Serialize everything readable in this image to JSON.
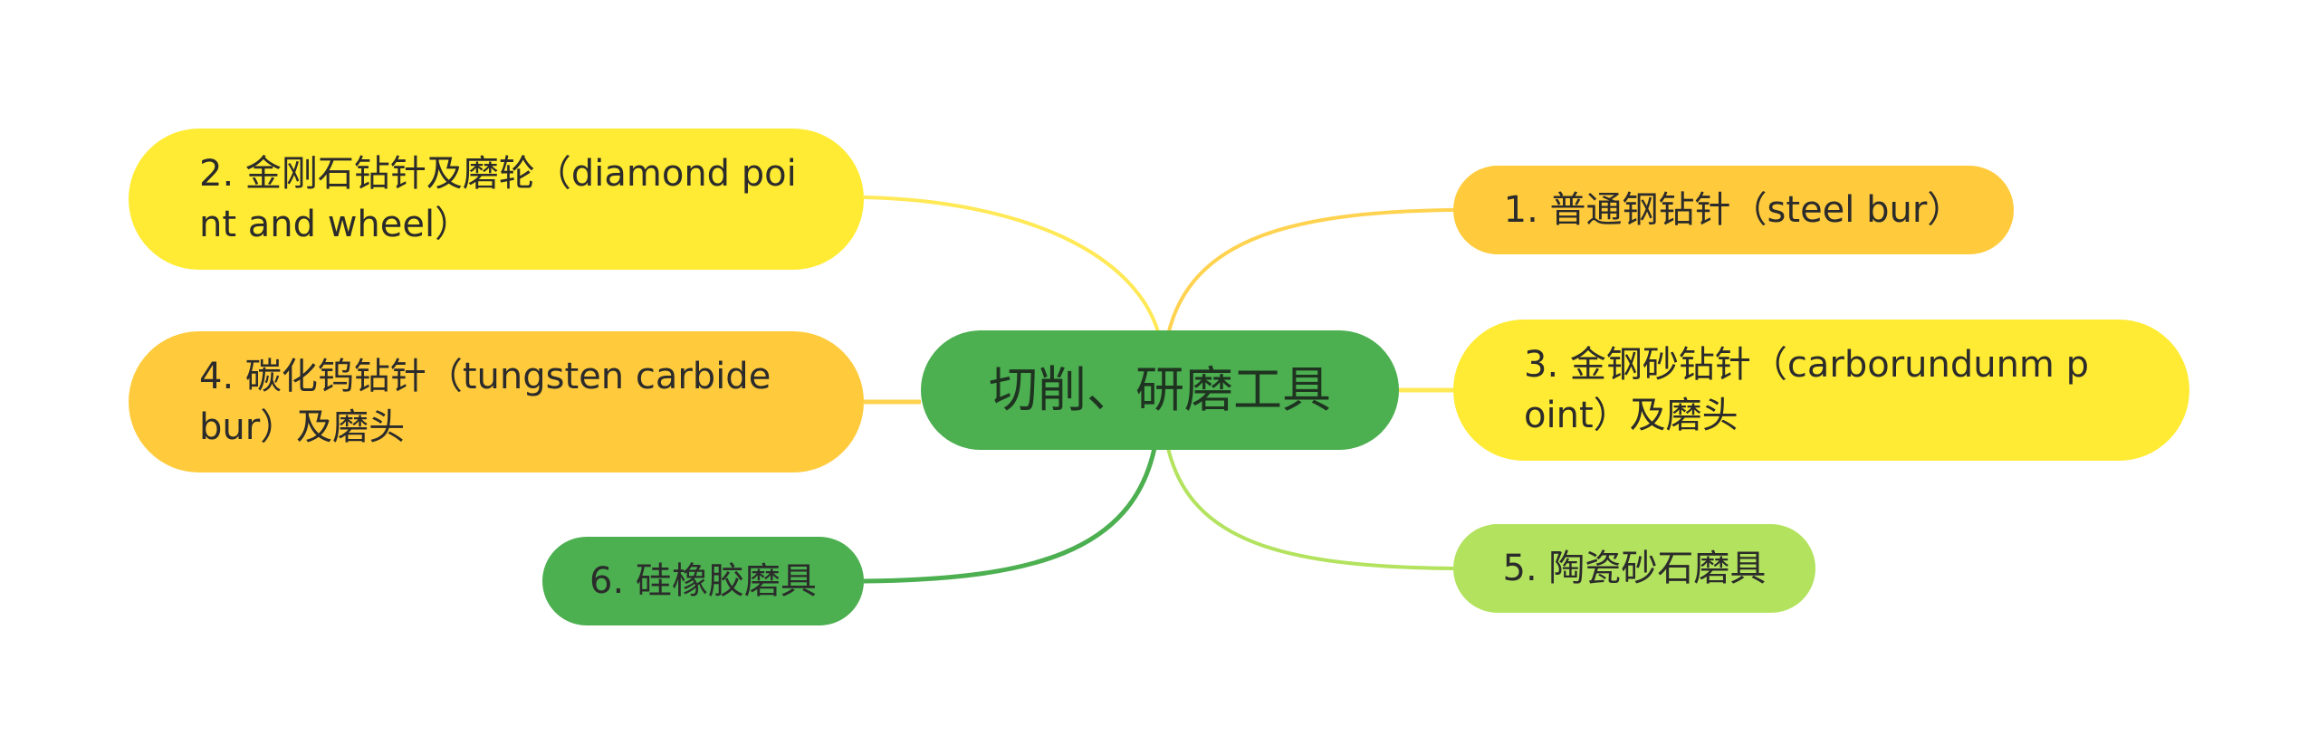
{
  "center": {
    "label": "切削、研磨工具",
    "color": "#4caf50"
  },
  "left_nodes": [
    {
      "label": "2. 金刚石钻针及磨轮（diamond point and wheel）",
      "color": "#ffeb33"
    },
    {
      "label": "4. 碳化钨钻针（tungsten carbide bur）及磨头",
      "color": "#ffcb3d"
    },
    {
      "label": "6. 硅橡胶磨具",
      "color": "#4caf50"
    }
  ],
  "right_nodes": [
    {
      "label": "1. 普通钢钻针（steel bur）",
      "color": "#ffcb3d"
    },
    {
      "label": "3. 金钢砂钻针（carborundunm point）及磨头",
      "color": "#ffeb33"
    },
    {
      "label": "5. 陶瓷砂石磨具",
      "color": "#b3e35e"
    }
  ]
}
